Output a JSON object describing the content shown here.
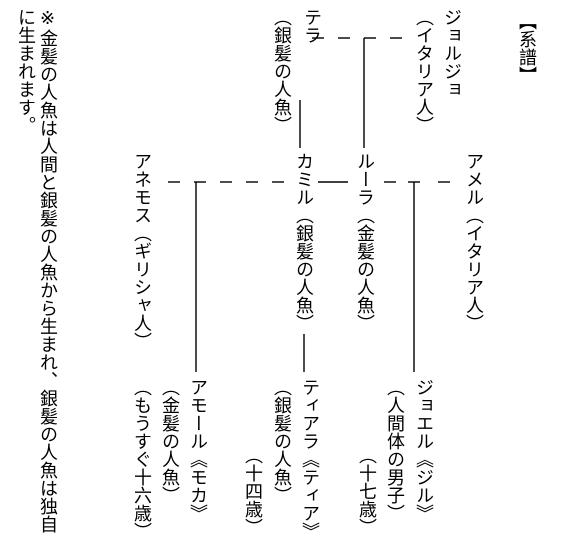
{
  "heading": "【系譜】",
  "people": {
    "giorgio": {
      "name": "ジョルジョ",
      "desc": "（イタリア人）"
    },
    "tera": {
      "name": "テラ",
      "desc": "（銀髪の人魚）"
    },
    "amel": {
      "name": "アメル（イタリア人）"
    },
    "lula": {
      "name": "ルーラ（金髪の人魚）"
    },
    "camille": {
      "name": "カミル（銀髪の人魚）"
    },
    "anemos": {
      "name": "アネモス（ギリシャ人）"
    },
    "joel": {
      "name": "ジョエル《ジル》",
      "desc": "（人間体の男子）",
      "age": "（十七歳）"
    },
    "tiara": {
      "name": "ティアラ《ティア》",
      "desc": "（銀髪の人魚）",
      "age": "（十四歳）"
    },
    "amor": {
      "name": "アモール《モカ》",
      "desc": "（金髪の人魚）",
      "age": "（もうすぐ十六歳）"
    }
  },
  "note": "※金髪の人魚は人間と銀髪の人魚から生まれ、銀髪の人魚は独自に生まれます。"
}
